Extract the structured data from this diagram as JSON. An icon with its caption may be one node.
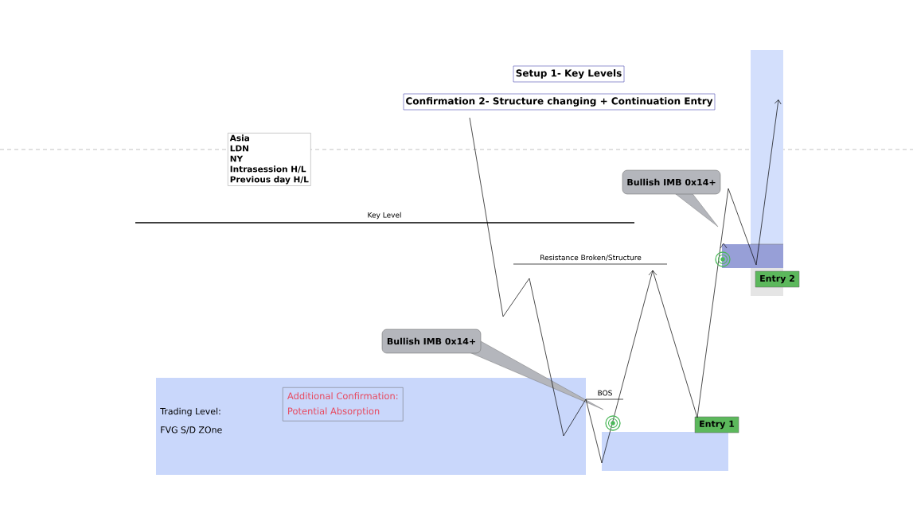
{
  "diagram": {
    "nodes": [
      {
        "text": [
          "Setup 1- Key Levels"
        ]
      },
      {
        "text": [
          "Confirmation 2- Structure changing + Continuation Entry"
        ]
      },
      {
        "text": [
          "Asia",
          "LDN",
          "NY",
          "Intrasession H/L",
          "Previous day H/L"
        ]
      },
      {
        "text": [
          "Bullish IMB 0x14+"
        ]
      },
      {
        "text": [
          "Entry 2"
        ]
      },
      {
        "text": [
          "Bullish IMB 0x14+"
        ]
      },
      {
        "text": [
          "Trading Level:",
          "FVG S/D ZOne"
        ]
      },
      {
        "text": [
          "Additional Confirmation:",
          "Potential Absorption"
        ],
        "in": 6
      },
      {
        "text": [
          "Entry 1"
        ]
      },
      {
        "text": [],
        "shape": "box"
      },
      {
        "text": [],
        "shape": "box"
      },
      {
        "text": [],
        "shape": "box"
      },
      {
        "text": [],
        "shape": "box"
      }
    ],
    "labels": [
      "Key Level",
      "Resistance Broken/Structure",
      "BOS"
    ]
  }
}
